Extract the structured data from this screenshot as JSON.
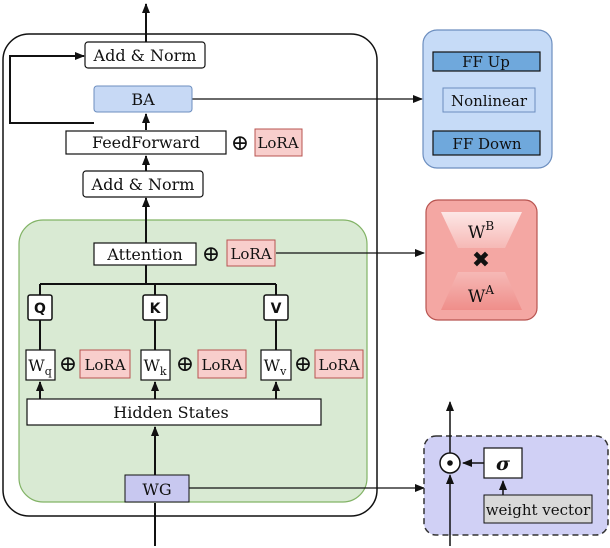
{
  "colors": {
    "outer_border": "#111111",
    "green_fill": "#d9ead3",
    "green_border": "#82b366",
    "lora_fill": "#f8cecc",
    "lora_border": "#b85450",
    "ba_fill": "#c7d9f5",
    "ba_border": "#6c8ebf",
    "wg_fill": "#c8c8f0",
    "ff_panel_fill": "#c6dbf7",
    "ff_panel_border": "#6c8ebf",
    "ff_bar_fill": "#6fa8dc",
    "lora_panel_fill": "#f4a7a3",
    "lora_panel_border": "#b85450",
    "gate_fill": "#d0d0f5",
    "gate_border": "#333333",
    "weight_vector_fill": "#d9d9d9"
  },
  "transformer": {
    "add_norm_top": "Add & Norm",
    "ba": "BA",
    "feedforward": "FeedForward",
    "ff_lora": "LoRA",
    "add_norm_bottom": "Add & Norm",
    "attention": "Attention",
    "attention_lora": "LoRA",
    "plus_symbol": "⊕",
    "q_label": "Q",
    "k_label": "K",
    "v_label": "V",
    "wq": {
      "base": "W",
      "sub": "q"
    },
    "wk": {
      "base": "W",
      "sub": "k"
    },
    "wv": {
      "base": "W",
      "sub": "v"
    },
    "wq_lora": "LoRA",
    "wk_lora": "LoRA",
    "wv_lora": "LoRA",
    "hidden_states": "Hidden States",
    "wg": "WG"
  },
  "ff_panel": {
    "ff_up": "FF Up",
    "nonlinear": "Nonlinear",
    "ff_down": "FF Down"
  },
  "lora_panel": {
    "wb": {
      "base": "W",
      "sup": "B"
    },
    "cross": "✖",
    "wa": {
      "base": "W",
      "sup": "A"
    }
  },
  "gate_panel": {
    "dot": "⊙",
    "sigma": "σ",
    "weight_vector": "weight vector"
  }
}
